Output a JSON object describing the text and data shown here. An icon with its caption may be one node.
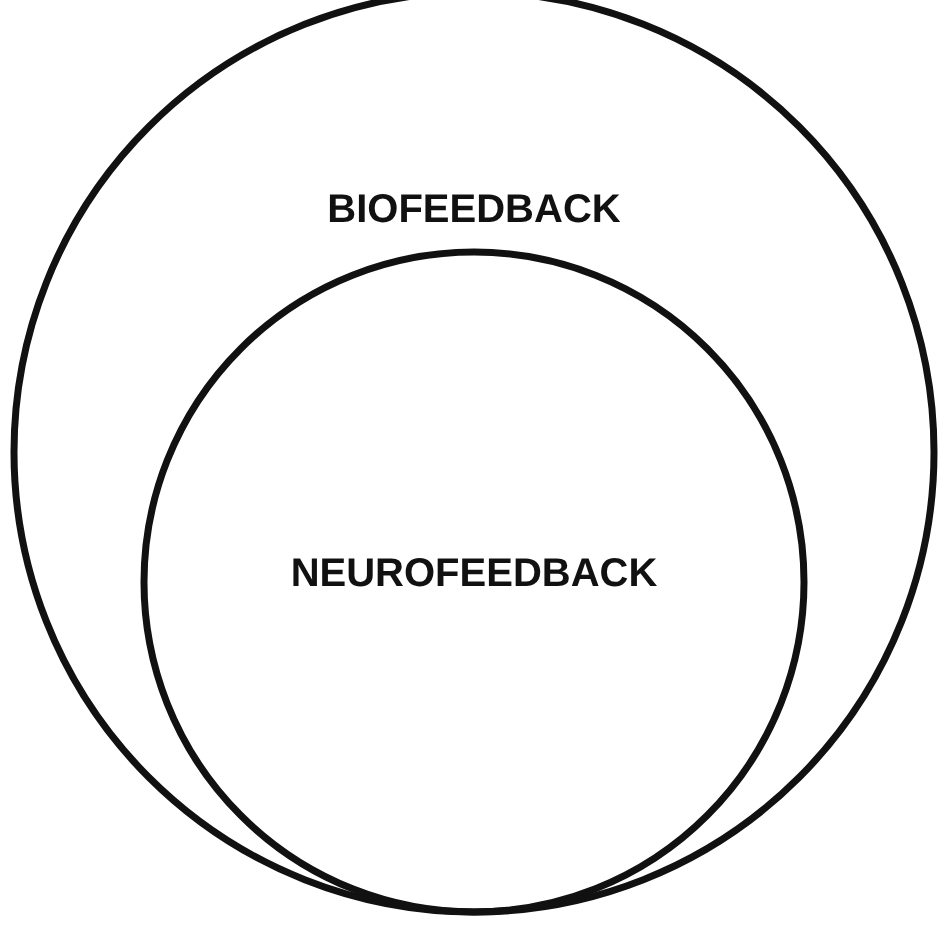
{
  "diagram": {
    "nodes": [
      {
        "text": [
          "BIOFEEDBACK"
        ]
      },
      {
        "text": [
          "NEUROFEEDBACK"
        ],
        "in": 0
      }
    ]
  }
}
